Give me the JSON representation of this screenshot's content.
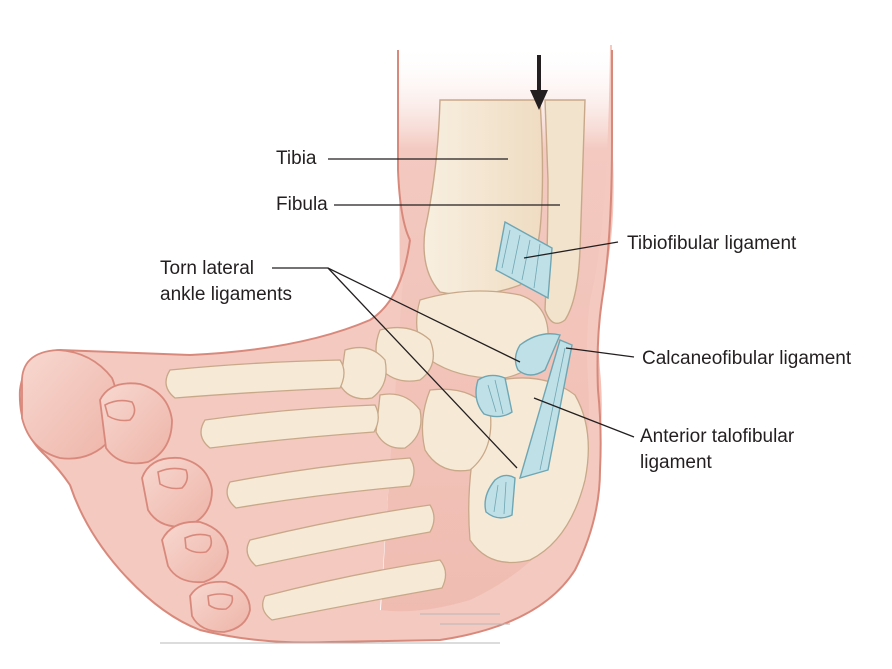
{
  "labels": {
    "tibia": "Tibia",
    "fibula": "Fibula",
    "torn_lateral_line1": "Torn lateral",
    "torn_lateral_line2": "ankle ligaments",
    "tibiofibular": "Tibiofibular ligament",
    "calcaneofibular": "Calcaneofibular ligament",
    "anterior_talofibular_line1": "Anterior talofibular",
    "anterior_talofibular_line2": "ligament"
  },
  "colors": {
    "skin_fill": "#f3c9c0",
    "skin_outline": "#d9897c",
    "bone_fill": "#f6ead7",
    "bone_outline": "#c9a889",
    "ligament_fill": "#bfe0e6",
    "ligament_outline": "#6fa6b3",
    "leader_line": "#231f20",
    "arrow": "#231f20"
  },
  "icons": {
    "force_arrow": "down-arrow-icon"
  }
}
